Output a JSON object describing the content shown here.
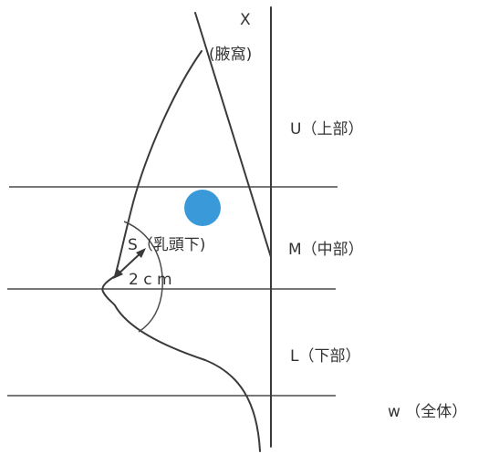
{
  "labels": {
    "x": "X",
    "axilla": "(腋窩)",
    "upper": "U（上部）",
    "middle": "M（中部）",
    "lower": "L（下部）",
    "whole": "w （全体）",
    "subareolar": "S（乳頭下)",
    "distance": "2 c m"
  },
  "colors": {
    "marker": "#3a9ad9",
    "line": "#3a3a3a"
  }
}
